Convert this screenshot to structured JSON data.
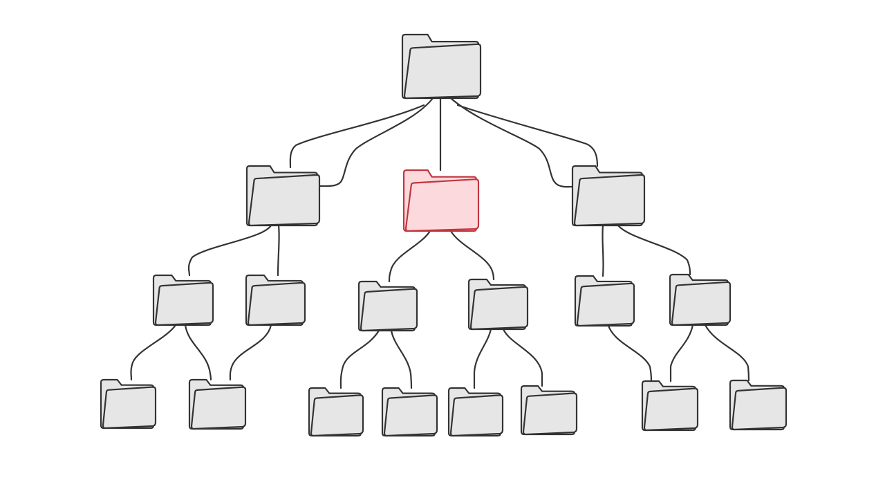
{
  "diagram": {
    "kind": "folder-tree",
    "colors": {
      "background": "#ffffff",
      "line": "#333333",
      "folder_fill": "#e6e6e6",
      "folder_stroke": "#333333",
      "highlight_fill": "#fcd9dc",
      "highlight_stroke": "#c0353f"
    },
    "icon": "folder-icon",
    "highlighted": [
      "mid"
    ],
    "folders": [
      "root",
      "left",
      "mid",
      "right",
      "l1",
      "l2",
      "m1",
      "m2",
      "r1",
      "r2",
      "a",
      "b",
      "c",
      "d",
      "e",
      "f",
      "g",
      "h",
      "i"
    ],
    "edges": [
      [
        "root",
        "left"
      ],
      [
        "root",
        "left"
      ],
      [
        "root",
        "mid"
      ],
      [
        "root",
        "right"
      ],
      [
        "root",
        "right"
      ],
      [
        "left",
        "l1"
      ],
      [
        "left",
        "l2"
      ],
      [
        "mid",
        "m1"
      ],
      [
        "mid",
        "m2"
      ],
      [
        "right",
        "r1"
      ],
      [
        "right",
        "r2"
      ],
      [
        "l1",
        "a"
      ],
      [
        "l1",
        "b"
      ],
      [
        "l2",
        "b"
      ],
      [
        "m1",
        "c"
      ],
      [
        "m1",
        "d"
      ],
      [
        "m2",
        "e"
      ],
      [
        "m2",
        "f"
      ],
      [
        "r1",
        "g"
      ],
      [
        "r2",
        "g"
      ],
      [
        "r2",
        "h"
      ]
    ]
  }
}
